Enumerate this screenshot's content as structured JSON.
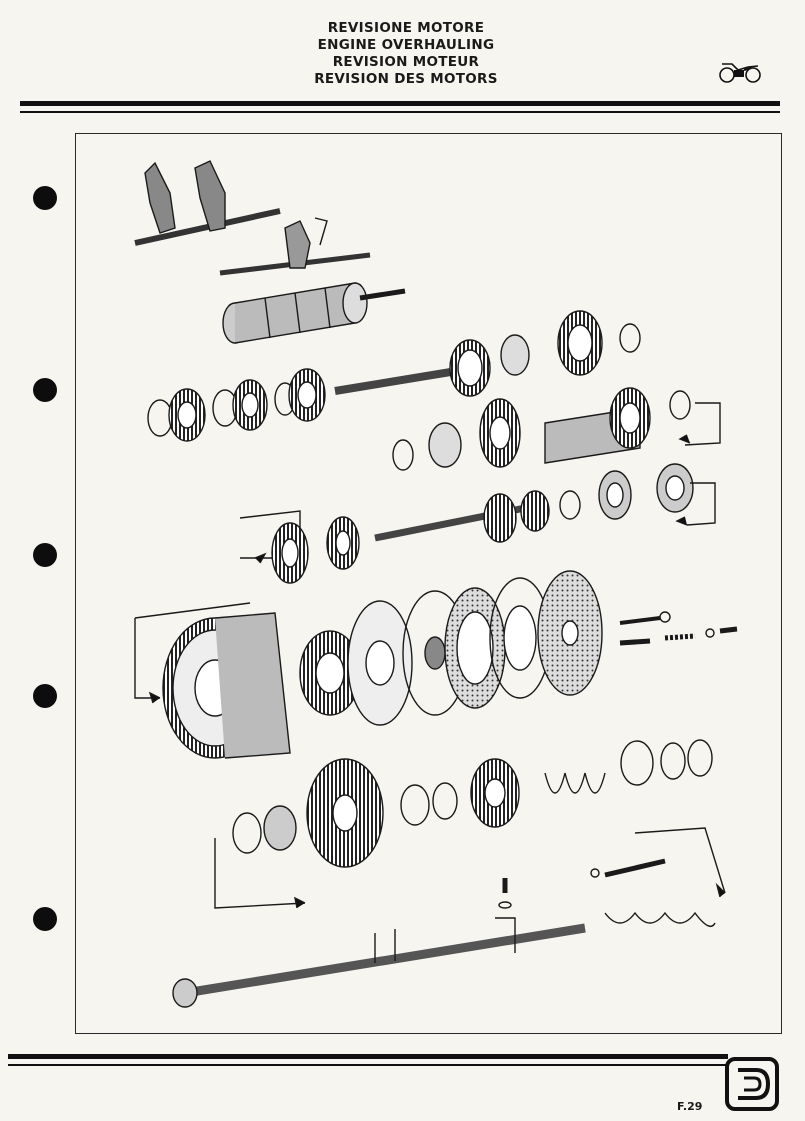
{
  "header": {
    "title_it": "REVISIONE MOTORE",
    "title_en": "ENGINE OVERHAULING",
    "title_fr": "REVISION MOTEUR",
    "title_de": "REVISION DES MOTORS"
  },
  "footer": {
    "page_code": "F.29"
  },
  "icons": {
    "section": "motorcycle-icon",
    "brand": "brand-logo-icon"
  }
}
